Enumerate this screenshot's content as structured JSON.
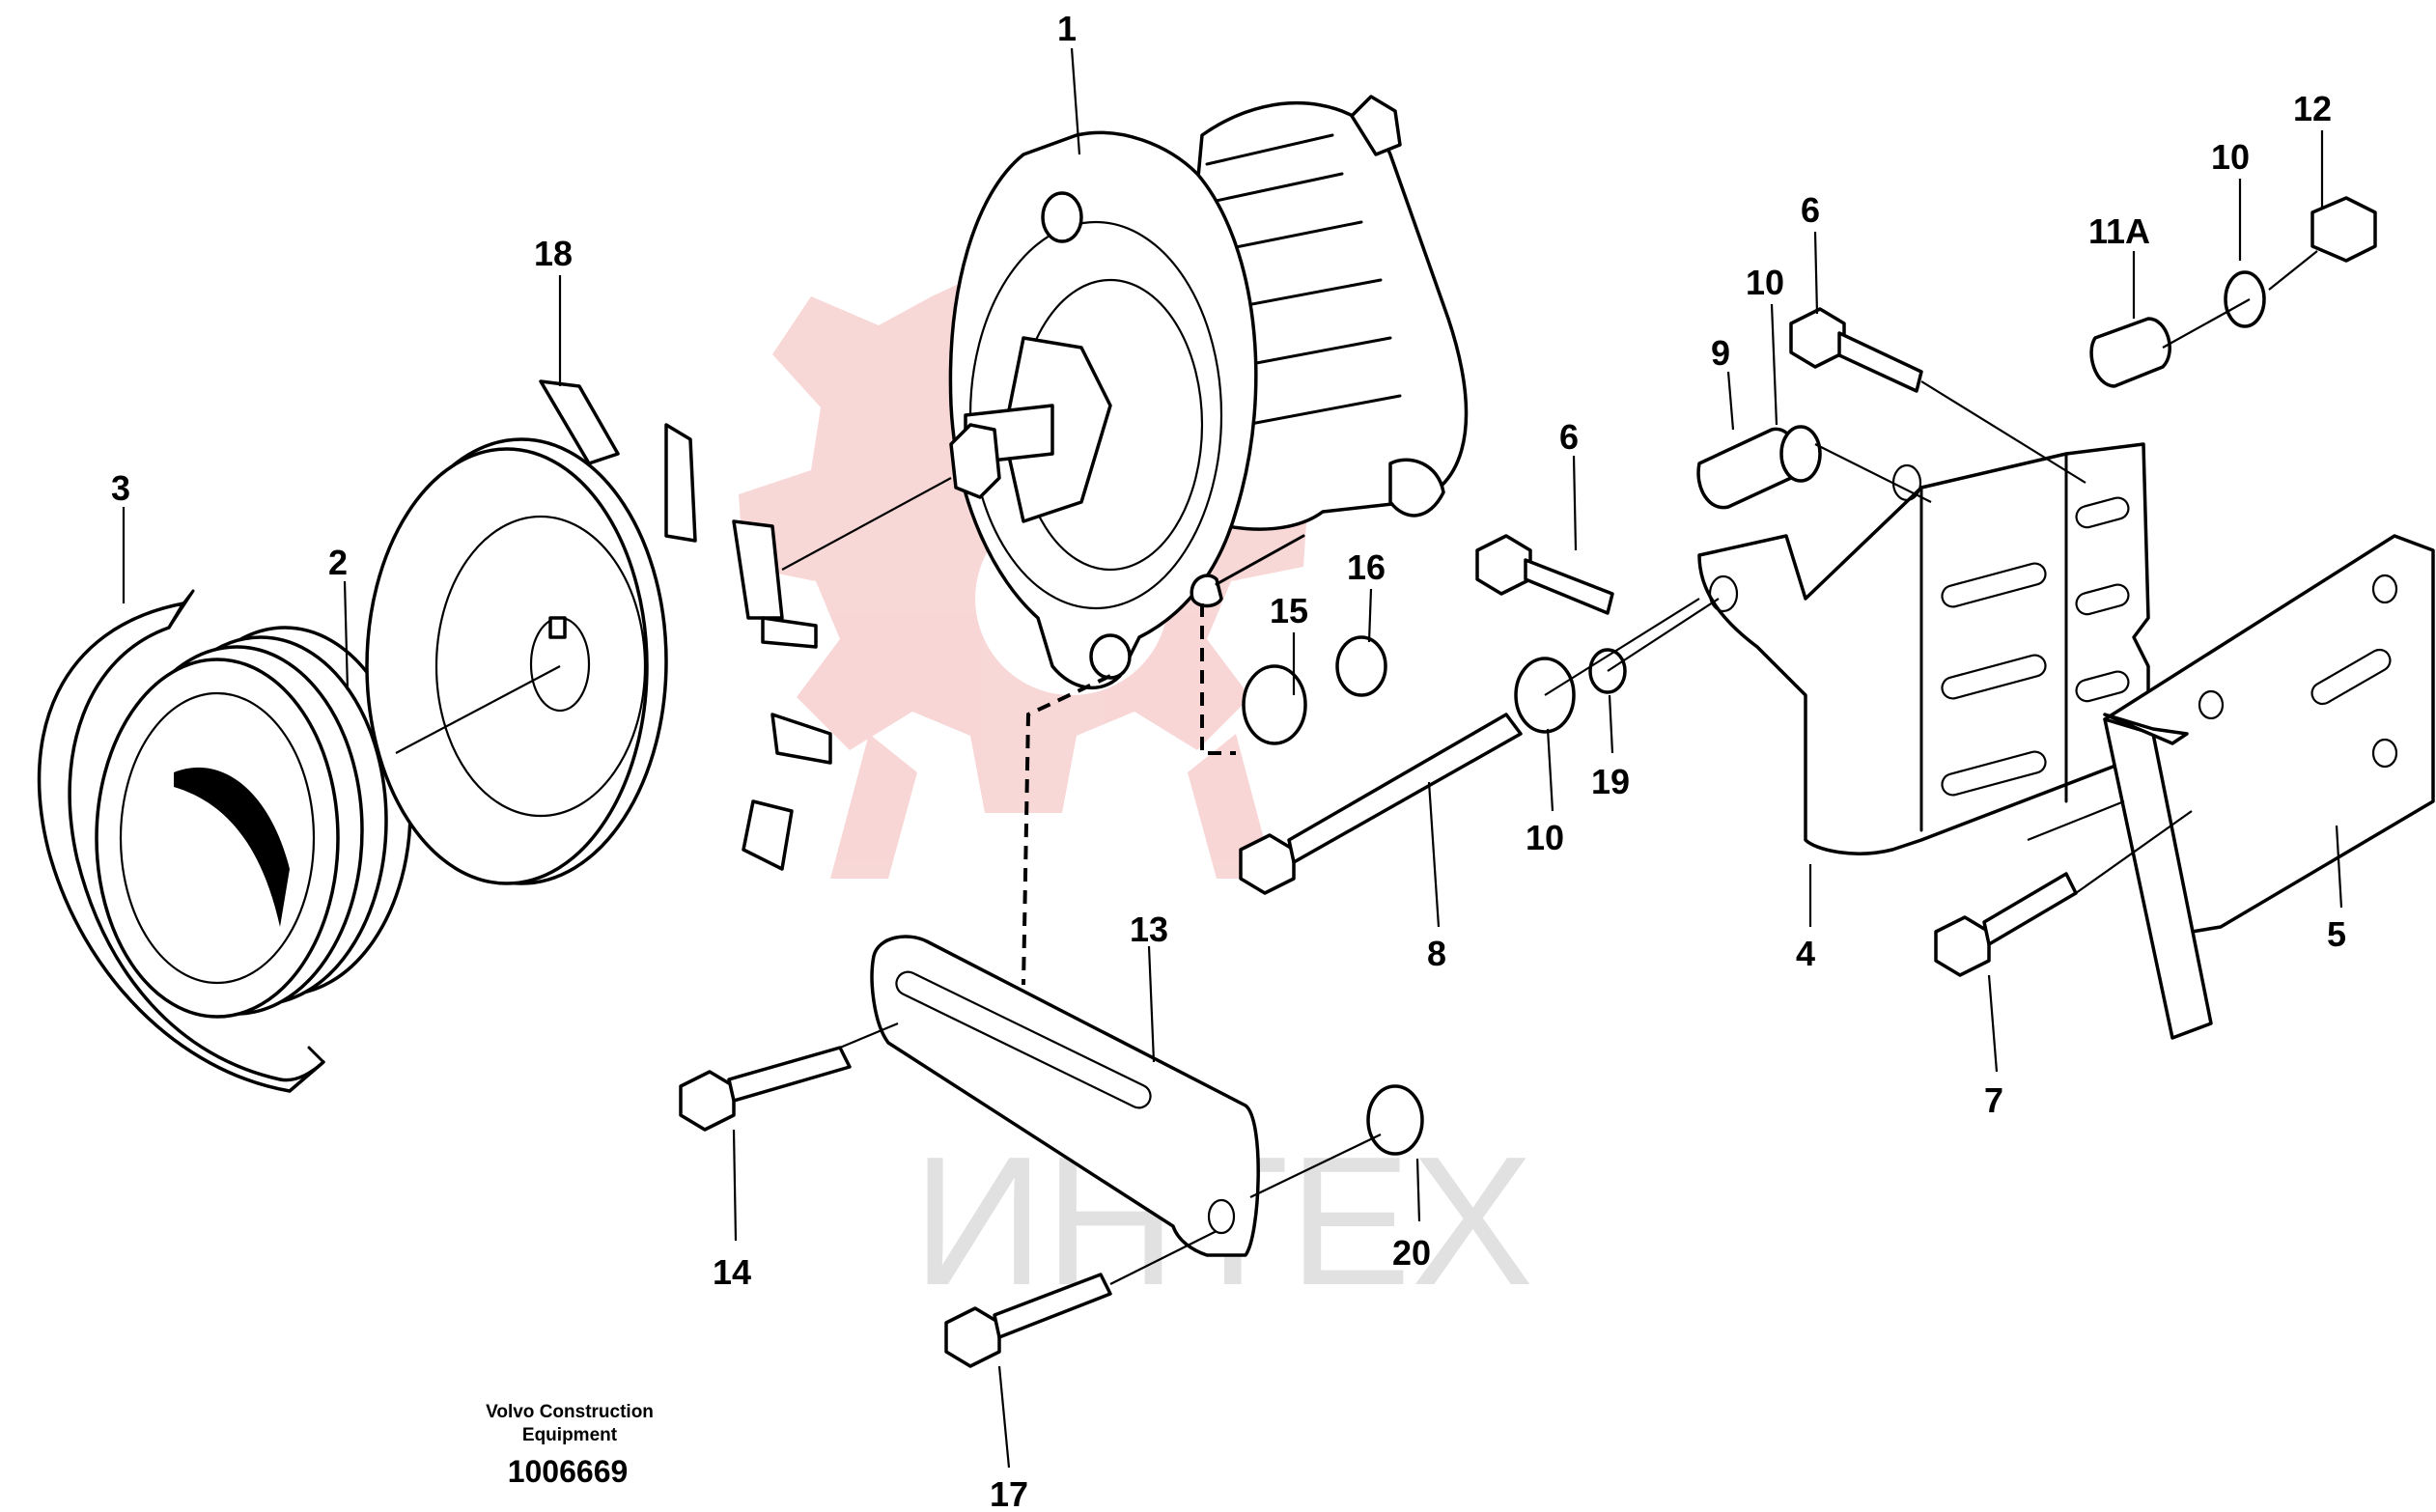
{
  "diagram": {
    "watermark": {
      "text": "ИНТЕХ",
      "logo": "gear-logo-icon",
      "color": "#e06060"
    },
    "callouts": [
      {
        "id": "c1",
        "label": "1"
      },
      {
        "id": "c2",
        "label": "2"
      },
      {
        "id": "c3",
        "label": "3"
      },
      {
        "id": "c4",
        "label": "4"
      },
      {
        "id": "c5",
        "label": "5"
      },
      {
        "id": "c6a",
        "label": "6"
      },
      {
        "id": "c6b",
        "label": "6"
      },
      {
        "id": "c7",
        "label": "7"
      },
      {
        "id": "c8",
        "label": "8"
      },
      {
        "id": "c9",
        "label": "9"
      },
      {
        "id": "c10a",
        "label": "10"
      },
      {
        "id": "c10b",
        "label": "10"
      },
      {
        "id": "c10c",
        "label": "10"
      },
      {
        "id": "c11a",
        "label": "11A"
      },
      {
        "id": "c12",
        "label": "12"
      },
      {
        "id": "c13",
        "label": "13"
      },
      {
        "id": "c14",
        "label": "14"
      },
      {
        "id": "c15",
        "label": "15"
      },
      {
        "id": "c16",
        "label": "16"
      },
      {
        "id": "c17",
        "label": "17"
      },
      {
        "id": "c18",
        "label": "18"
      },
      {
        "id": "c19",
        "label": "19"
      },
      {
        "id": "c20",
        "label": "20"
      }
    ],
    "footer": {
      "company_line1": "Volvo Construction",
      "company_line2": "Equipment",
      "drawing_number": "1006669"
    }
  }
}
